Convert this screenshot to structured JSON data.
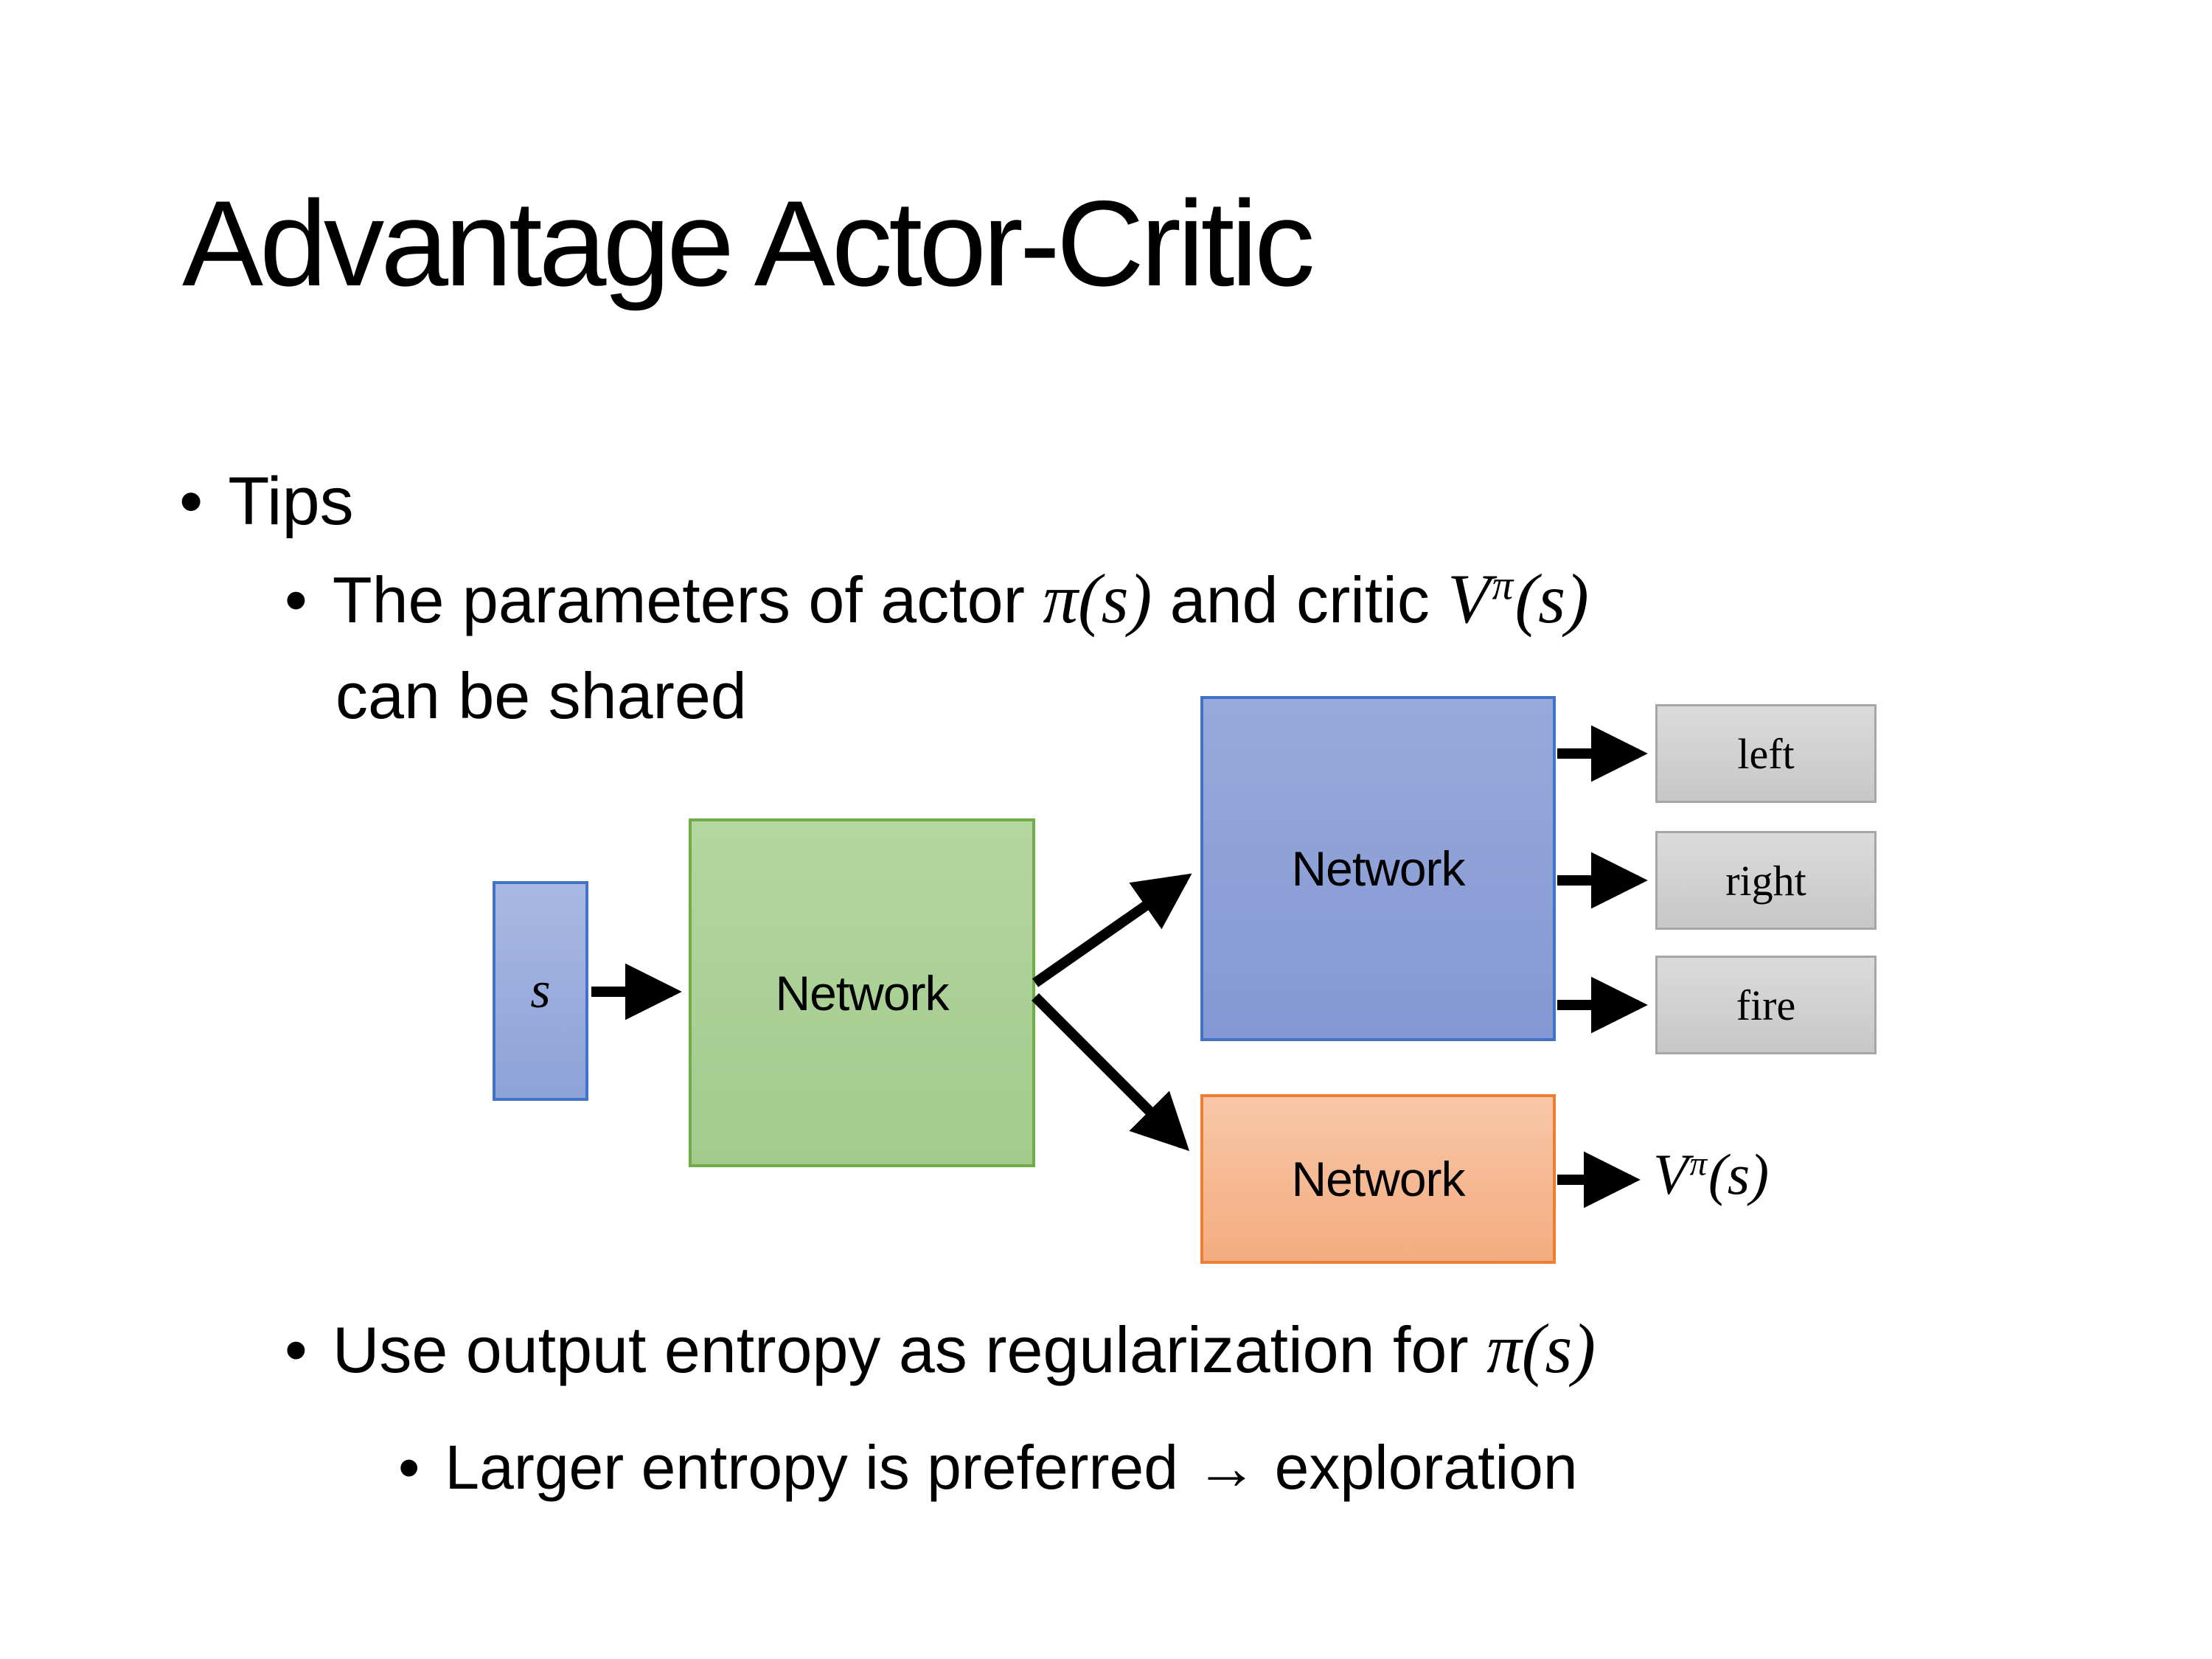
{
  "title": "Advantage Actor-Critic",
  "bullet_char": "•",
  "bullets": {
    "tips": "Tips",
    "shared": {
      "pre": "The parameters of actor ",
      "actor_math": {
        "pi": "π",
        "args": "(s)"
      },
      "mid": " and critic ",
      "critic_math": {
        "base": "V",
        "sup": "π",
        "args": "(s)"
      },
      "line2": "can be shared"
    },
    "entropy": {
      "pre": "Use output entropy as regularization for ",
      "math": {
        "pi": "π",
        "args": "(s)"
      }
    },
    "exploration": "Larger entropy is preferred → exploration"
  },
  "diagram": {
    "state_label": "s",
    "shared_network_label": "Network",
    "actor_network_label": "Network",
    "critic_network_label": "Network",
    "actions": [
      "left",
      "right",
      "fire"
    ],
    "value_output": {
      "base": "V",
      "sup": "π",
      "args": "(s)"
    },
    "colors": {
      "state_fill": "#98abde",
      "state_border": "#4472c4",
      "shared_fill": "#a9d18e",
      "shared_border": "#70ad47",
      "actor_fill": "#8da1d6",
      "actor_border": "#4472c4",
      "critic_fill": "#f4b183",
      "critic_border": "#ed7d31",
      "action_fill": "#d2d2d2",
      "action_border": "#a6a6a6",
      "arrow": "#000000",
      "text": "#000000",
      "background": "#ffffff"
    }
  }
}
